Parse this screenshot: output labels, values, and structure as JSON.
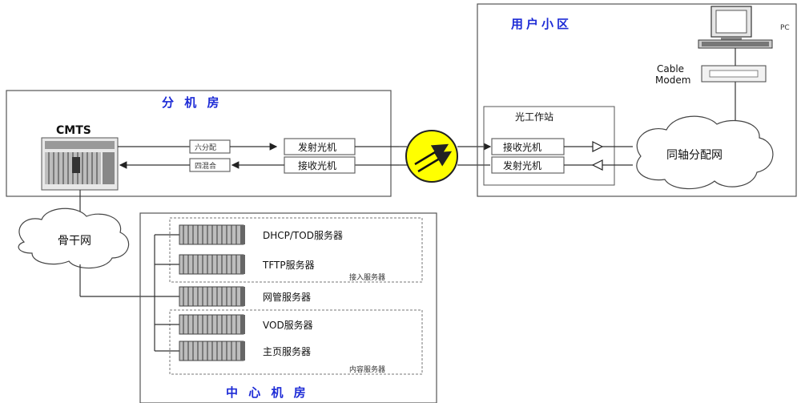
{
  "rooms": {
    "branch_room": "分 机 房",
    "user_area": "用户小区",
    "center_room": "中 心 机 房"
  },
  "cmts": {
    "label": "CMTS"
  },
  "branch": {
    "splitter": "六分配",
    "combiner": "四混合",
    "transmitter": "发射光机",
    "receiver": "接收光机"
  },
  "station": {
    "title": "光工作站",
    "receiver": "接收光机",
    "transmitter": "发射光机"
  },
  "coax_network": "同轴分配网",
  "backbone": "骨干网",
  "user_devices": {
    "pc": "PC",
    "cable_modem_line1": "Cable",
    "cable_modem_line2": "Modem"
  },
  "servers": {
    "dhcp": "DHCP/TOD服务器",
    "tftp": "TFTP服务器",
    "access_group": "接入服务器",
    "nms": "网管服务器",
    "vod": "VOD服务器",
    "homepage": "主页服务器",
    "content_group": "内容服务器"
  }
}
